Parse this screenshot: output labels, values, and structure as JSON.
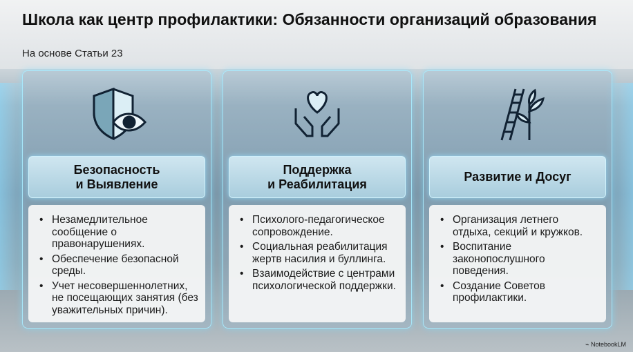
{
  "title": "Школа как центр профилактики: Обязанности организаций образования",
  "subtitle": "На основе Статьи 23",
  "panels": [
    {
      "icon": "shield-eye-icon",
      "heading": [
        "Безопасность",
        "и Выявление"
      ],
      "items": [
        "Незамедлительное сообщение о правонарушениях.",
        "Обеспечение безопасной среды.",
        "Учет несовершеннолетних, не посещающих занятия (без уважительных причин)."
      ]
    },
    {
      "icon": "hands-heart-icon",
      "heading": [
        "Поддержка",
        "и Реабилитация"
      ],
      "items": [
        "Психолого-педагогическое сопровождение.",
        "Социальная реабилитация жертв насилия и буллинга.",
        "Взаимодействие с центрами психологической поддержки."
      ]
    },
    {
      "icon": "ladder-plant-icon",
      "heading": [
        "Развитие и Досуг",
        ""
      ],
      "items": [
        "Организация летнего отдыха, секций и кружков.",
        "Воспитание законопослушного поведения.",
        "Создание Советов профилактики."
      ]
    }
  ],
  "watermark": "NotebookLM"
}
